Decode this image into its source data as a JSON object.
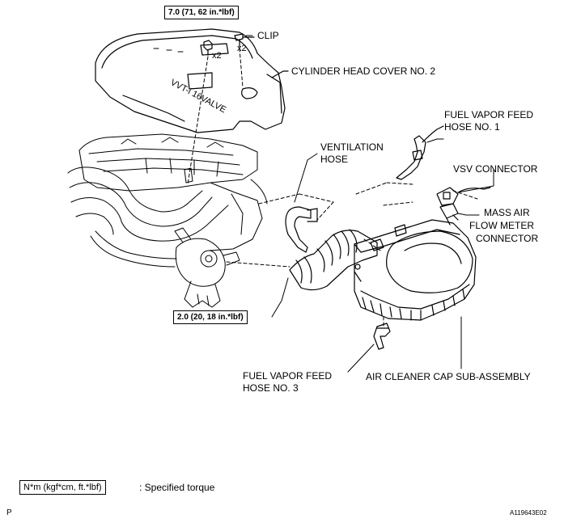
{
  "labels": {
    "torque_top": "7.0 (71, 62 in.*lbf)",
    "qty_bolt": "x2",
    "clip": "CLIP",
    "qty_clip": "x2",
    "cover": "CYLINDER HEAD COVER NO. 2",
    "fuel_vapor_1_line1": "FUEL VAPOR FEED",
    "fuel_vapor_1_line2": "HOSE NO. 1",
    "ventilation_line1": "VENTILATION",
    "ventilation_line2": "HOSE",
    "vsv": "VSV CONNECTOR",
    "maf_line1": "MASS AIR",
    "maf_line2": "FLOW METER",
    "maf_line3": "CONNECTOR",
    "torque_bottom": "2.0 (20, 18 in.*lbf)",
    "fuel_vapor_3_line1": "FUEL VAPOR FEED",
    "fuel_vapor_3_line2": "HOSE NO. 3",
    "air_cleaner": "AIR CLEANER CAP SUB-ASSEMBLY",
    "cover_text": "VVT-i 16VALVE"
  },
  "legend": {
    "unit_box": "N*m (kgf*cm, ft.*lbf)",
    "text": ": Specified torque"
  },
  "footer": {
    "letter": "P",
    "code": "A119643E02"
  }
}
